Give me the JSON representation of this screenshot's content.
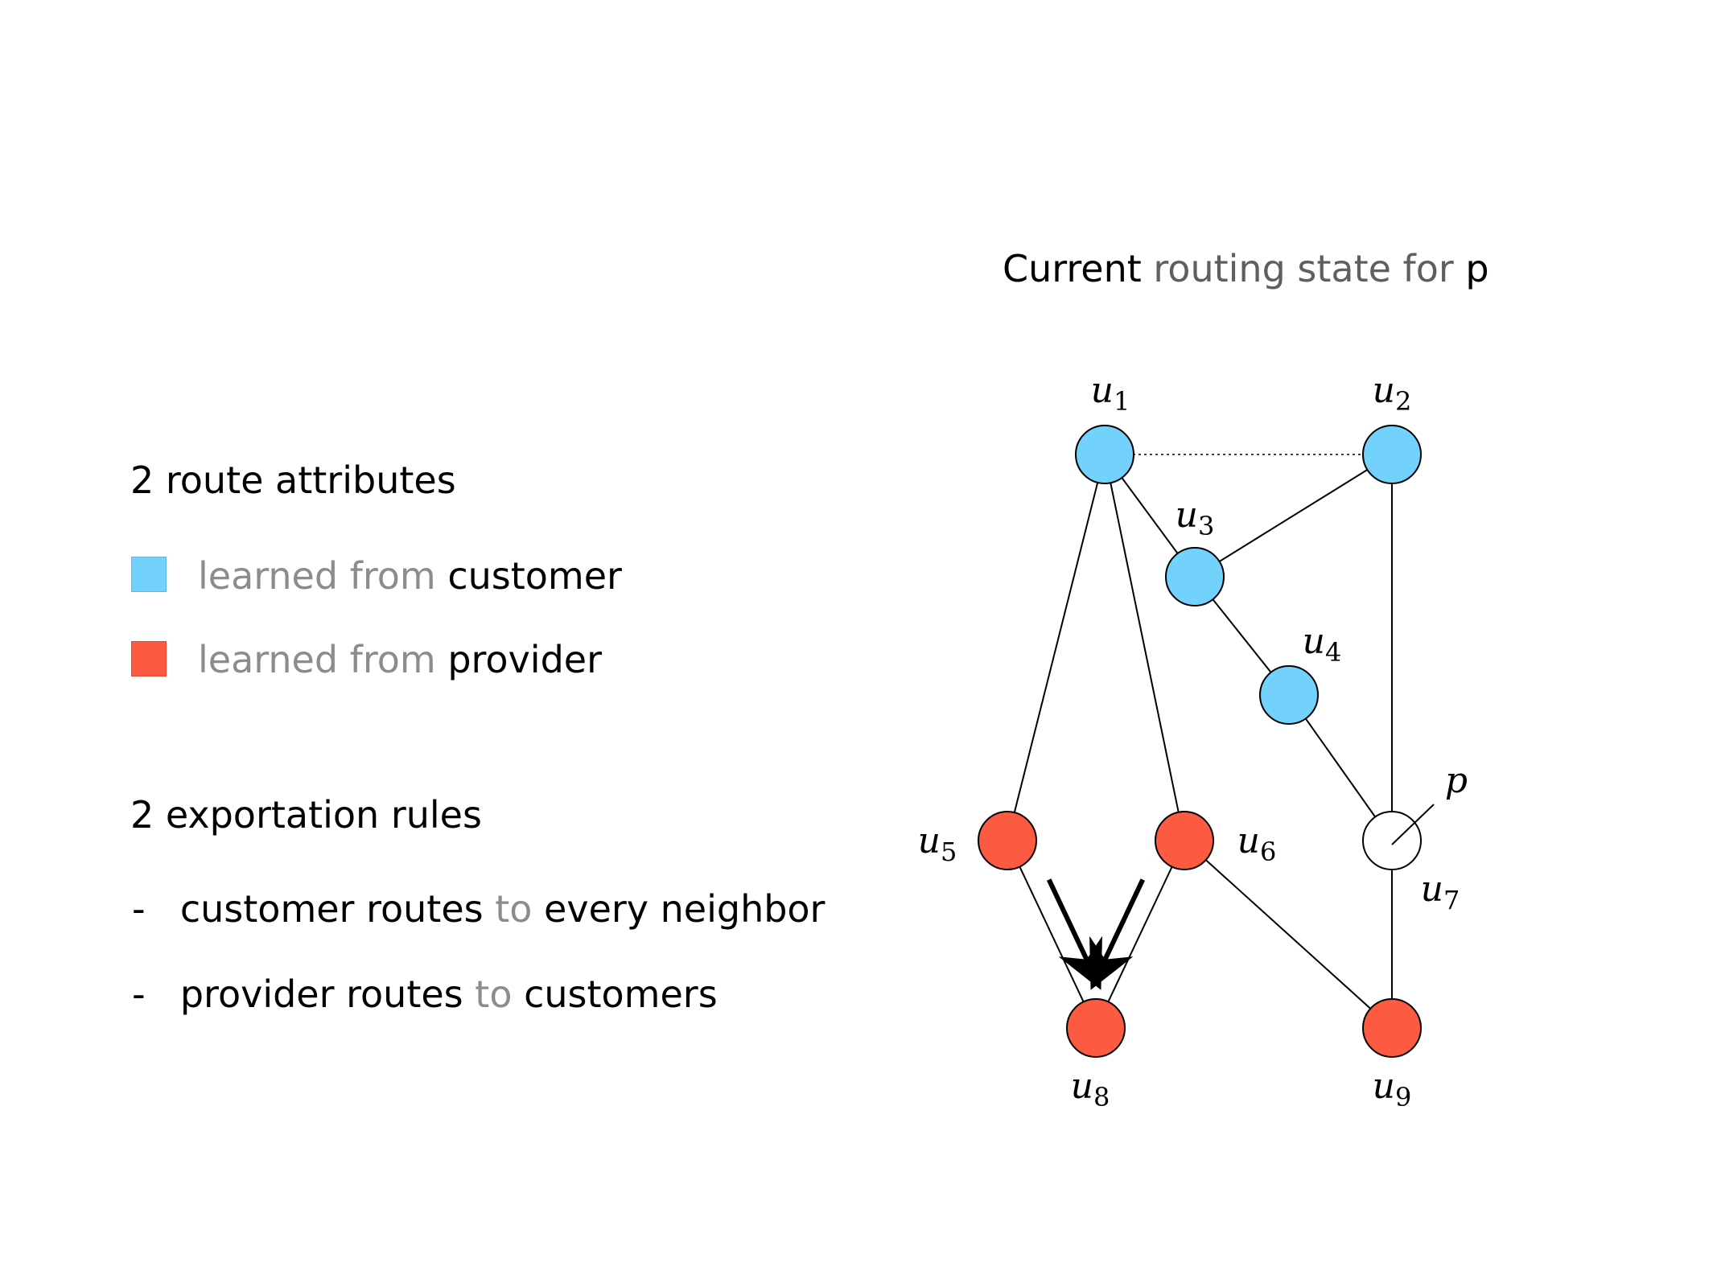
{
  "title": {
    "part1": "Current",
    "part2": "routing state for",
    "part3": "p"
  },
  "attributes": {
    "heading": "2 route attributes",
    "customer": {
      "prefix": "learned from",
      "label": "customer",
      "color": "#72d2fb"
    },
    "provider": {
      "prefix": "learned from",
      "label": "provider",
      "color": "#fd5a42"
    }
  },
  "rules": {
    "heading": "2 exportation rules",
    "items": [
      {
        "dash": "-",
        "from": "customer routes",
        "to": "to",
        "target": "every neighbor"
      },
      {
        "dash": "-",
        "from": "provider routes",
        "to": "to",
        "target": "customers"
      }
    ]
  },
  "graph": {
    "nodes": [
      {
        "id": "u1",
        "label": "u",
        "sub": "1",
        "state": "customer"
      },
      {
        "id": "u2",
        "label": "u",
        "sub": "2",
        "state": "customer"
      },
      {
        "id": "u3",
        "label": "u",
        "sub": "3",
        "state": "customer"
      },
      {
        "id": "u4",
        "label": "u",
        "sub": "4",
        "state": "customer"
      },
      {
        "id": "u5",
        "label": "u",
        "sub": "5",
        "state": "provider"
      },
      {
        "id": "u6",
        "label": "u",
        "sub": "6",
        "state": "provider"
      },
      {
        "id": "u7",
        "label": "u",
        "sub": "7",
        "state": "origin"
      },
      {
        "id": "u8",
        "label": "u",
        "sub": "8",
        "state": "provider"
      },
      {
        "id": "u9",
        "label": "u",
        "sub": "9",
        "state": "provider"
      }
    ],
    "prefix_label": "p",
    "edges": [
      {
        "from": "u1",
        "to": "u2",
        "style": "dotted"
      },
      {
        "from": "u1",
        "to": "u3",
        "style": "solid"
      },
      {
        "from": "u1",
        "to": "u5",
        "style": "solid"
      },
      {
        "from": "u1",
        "to": "u6",
        "style": "solid"
      },
      {
        "from": "u2",
        "to": "u3",
        "style": "solid"
      },
      {
        "from": "u2",
        "to": "u7",
        "style": "solid"
      },
      {
        "from": "u3",
        "to": "u4",
        "style": "solid"
      },
      {
        "from": "u4",
        "to": "u7",
        "style": "solid"
      },
      {
        "from": "u5",
        "to": "u8",
        "style": "solid"
      },
      {
        "from": "u6",
        "to": "u8",
        "style": "solid"
      },
      {
        "from": "u6",
        "to": "u9",
        "style": "solid"
      },
      {
        "from": "u7",
        "to": "u9",
        "style": "solid"
      }
    ],
    "arrows": [
      {
        "from": "u5",
        "to": "u8"
      },
      {
        "from": "u6",
        "to": "u8"
      }
    ]
  }
}
